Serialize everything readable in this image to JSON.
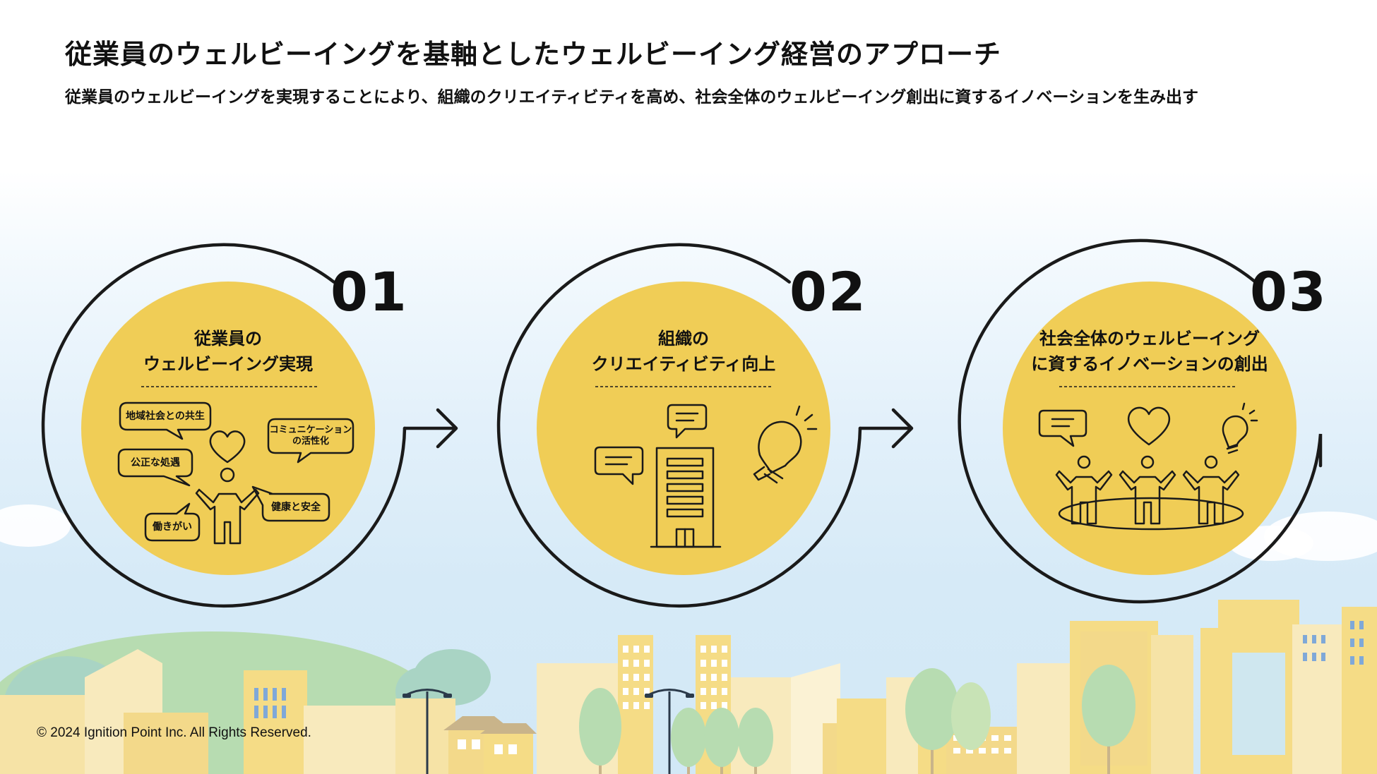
{
  "header": {
    "title": "従業員のウェルビーイングを基軸としたウェルビーイング経営のアプローチ",
    "subtitle": "従業員のウェルビーイングを実現することにより、組織のクリエイティビティを高め、社会全体のウェルビーイング創出に資するイノベーションを生み出す"
  },
  "steps": [
    {
      "number": "01",
      "line1": "従業員の",
      "line2": "ウェルビーイング実現",
      "bubbles": [
        "地域社会との共生",
        "コミュニケーション",
        "の活性化",
        "公正な処遇",
        "健康と安全",
        "働きがい"
      ],
      "icons": [
        "heart-icon",
        "person-icon",
        "speech-bubble-icon"
      ]
    },
    {
      "number": "02",
      "line1": "組織の",
      "line2": "クリエイティビティ向上",
      "icons": [
        "chat-icon",
        "building-icon",
        "lightbulb-icon"
      ]
    },
    {
      "number": "03",
      "line1": "社会全体のウェルビーイング",
      "line2": "に資するイノベーションの創出",
      "icons": [
        "chat-icon",
        "heart-icon",
        "lightbulb-icon",
        "people-circle-icon"
      ]
    }
  ],
  "colors": {
    "circle_fill": "#f0cd56",
    "stroke": "#1a1a1a",
    "sky": "#d6eaf7",
    "city_yellow": "#f5dc86",
    "tree_green": "#b7dcb1"
  },
  "footer": {
    "copyright": "© 2024 Ignition Point Inc. All Rights Reserved."
  }
}
